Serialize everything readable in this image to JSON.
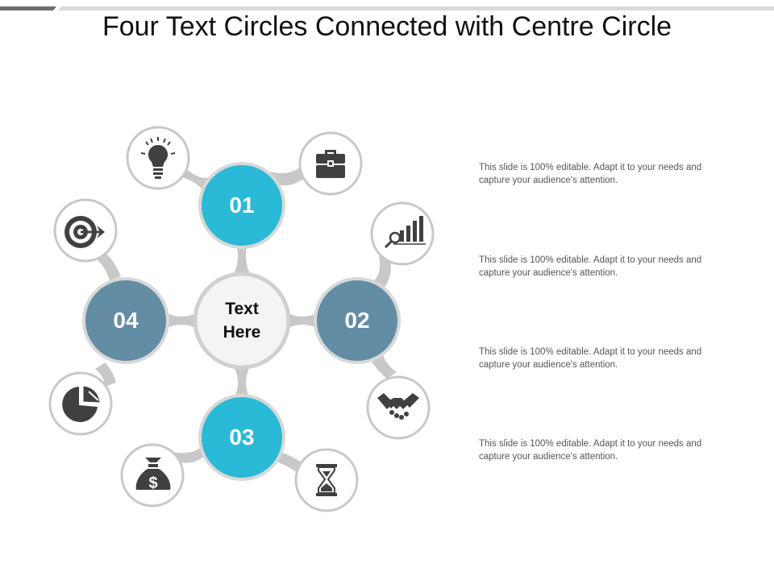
{
  "slide": {
    "title": "Four Text Circles Connected with Centre Circle",
    "centre_text": "Text Here"
  },
  "colors": {
    "teal": "#2AB9D6",
    "slate": "#628DA4",
    "connector": "#C8C8C8",
    "icon": "#404040",
    "top_bar_dark": "#6E6E6E",
    "top_bar_light": "#D9D9D9"
  },
  "circles": [
    {
      "label": "01",
      "color": "#2AB9D6"
    },
    {
      "label": "02",
      "color": "#628DA4"
    },
    {
      "label": "03",
      "color": "#2AB9D6"
    },
    {
      "label": "04",
      "color": "#628DA4"
    }
  ],
  "icons": [
    "light-bulb-icon",
    "briefcase-icon",
    "growth-chart-magnifier-icon",
    "handshake-icon",
    "hourglass-icon",
    "money-bag-icon",
    "pie-chart-icon",
    "target-icon"
  ],
  "descriptions": [
    "This slide is 100% editable.  Adapt it to your needs and capture your audience's attention.",
    "This slide is 100% editable.  Adapt it to your needs and capture your audience's attention.",
    "This slide is 100% editable.  Adapt it to your needs and capture your audience's attention.",
    "This slide is 100% editable.  Adapt it to your needs and capture your audience's attention."
  ]
}
